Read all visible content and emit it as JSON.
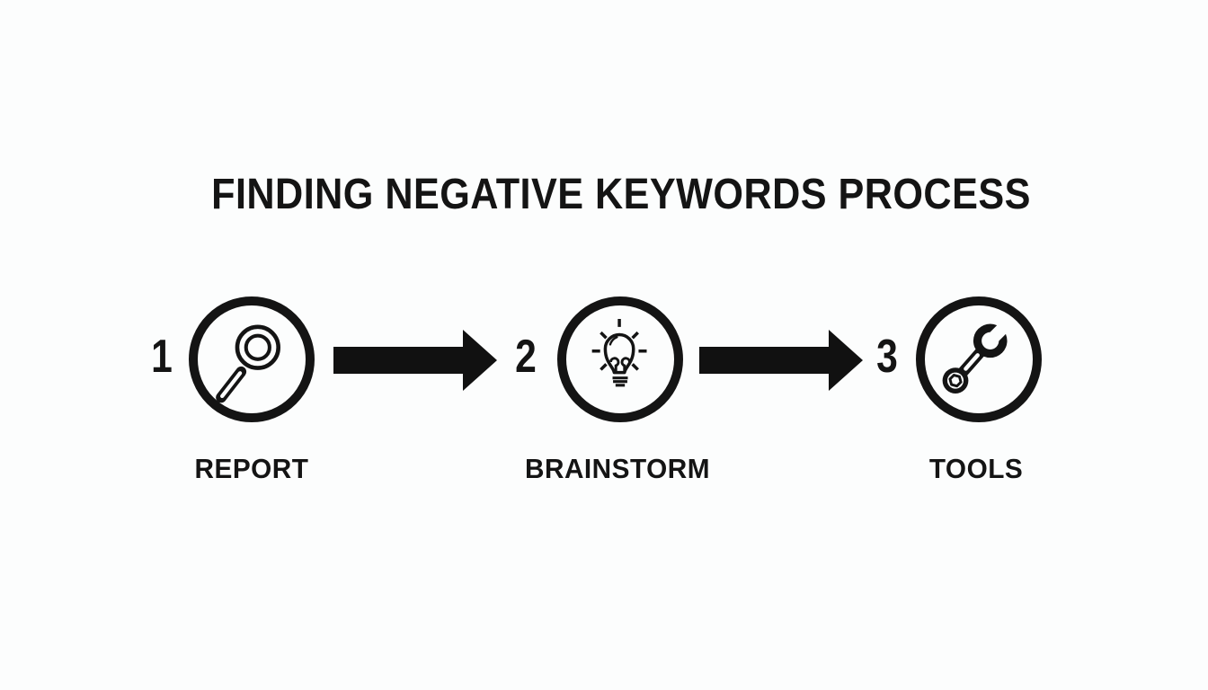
{
  "title": "FINDING NEGATIVE KEYWORDS PROCESS",
  "steps": [
    {
      "number": "1",
      "label": "REPORT",
      "icon": "magnifier-search-icon"
    },
    {
      "number": "2",
      "label": "BRAINSTORM",
      "icon": "lightbulb-idea-icon"
    },
    {
      "number": "3",
      "label": "TOOLS",
      "icon": "wrench-tool-icon"
    }
  ],
  "colors": {
    "background": "#fcfdfd",
    "foreground": "#141414"
  }
}
